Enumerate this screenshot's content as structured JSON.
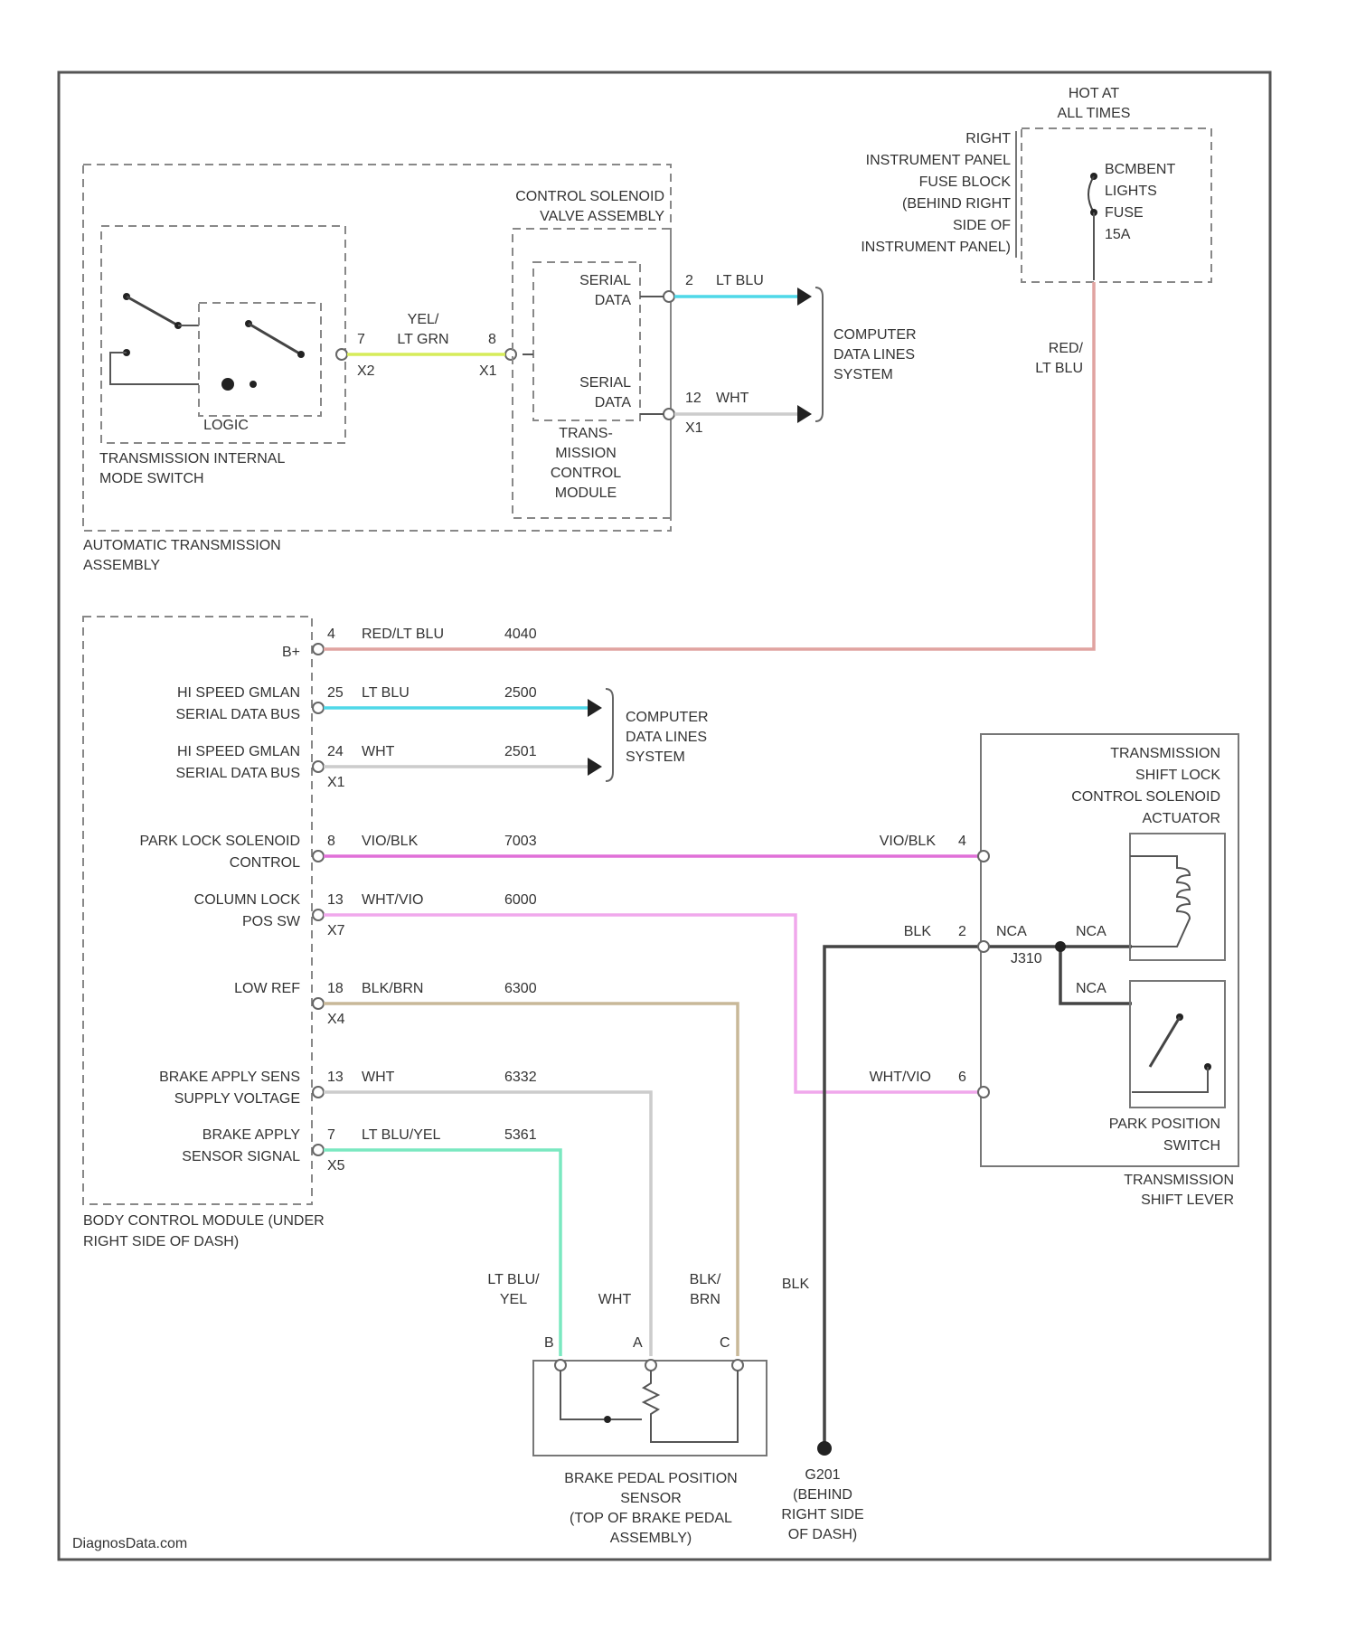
{
  "fuse_panel": {
    "header": [
      "HOT AT",
      "ALL TIMES"
    ],
    "panel_label": [
      "RIGHT",
      "INSTRUMENT PANEL",
      "FUSE BLOCK",
      "(BEHIND RIGHT",
      "SIDE OF",
      "INSTRUMENT PANEL)"
    ],
    "fuse_label": [
      "BCMBENT",
      "LIGHTS",
      "FUSE",
      "15A"
    ],
    "wire_color": [
      "RED/",
      "LT BLU"
    ]
  },
  "transmission": {
    "assembly_label": [
      "AUTOMATIC TRANSMISSION",
      "ASSEMBLY"
    ],
    "mode_switch_label": [
      "TRANSMISSION INTERNAL",
      "MODE SWITCH"
    ],
    "logic_label": "LOGIC",
    "solenoid_label": [
      "CONTROL SOLENOID",
      "VALVE ASSEMBLY"
    ],
    "tcm_label": [
      "TRANS-",
      "MISSION",
      "CONTROL",
      "MODULE"
    ],
    "serial_data_1": [
      "SERIAL",
      "DATA"
    ],
    "serial_data_2": [
      "SERIAL",
      "DATA"
    ],
    "yel_wire": {
      "color": [
        "YEL/",
        "LT GRN"
      ],
      "pin_left": "7",
      "conn_left": "X2",
      "pin_right": "8",
      "conn_right": "X1"
    },
    "ltblu_wire": {
      "pin": "2",
      "color": "LT BLU"
    },
    "wht_wire": {
      "pin": "12",
      "color": "WHT",
      "conn": "X1"
    },
    "data_lines_label": [
      "COMPUTER",
      "DATA LINES",
      "SYSTEM"
    ]
  },
  "bcm": {
    "label": [
      "BODY CONTROL MODULE (UNDER",
      "RIGHT SIDE OF DASH)"
    ],
    "b_plus": "B+",
    "circuits": [
      {
        "name": [
          "",
          ""
        ],
        "pin": "4",
        "color": "RED/LT BLU",
        "circuit": "4040",
        "conn": ""
      },
      {
        "name": [
          "HI SPEED GMLAN",
          "SERIAL DATA BUS"
        ],
        "pin": "25",
        "color": "LT BLU",
        "circuit": "2500",
        "conn": ""
      },
      {
        "name": [
          "HI SPEED GMLAN",
          "SERIAL DATA BUS"
        ],
        "pin": "24",
        "color": "WHT",
        "circuit": "2501",
        "conn": "X1"
      },
      {
        "name": [
          "PARK LOCK SOLENOID",
          "CONTROL"
        ],
        "pin": "8",
        "color": "VIO/BLK",
        "circuit": "7003",
        "conn": ""
      },
      {
        "name": [
          "COLUMN LOCK",
          "POS SW"
        ],
        "pin": "13",
        "color": "WHT/VIO",
        "circuit": "6000",
        "conn": "X7"
      },
      {
        "name": [
          "LOW REF",
          ""
        ],
        "pin": "18",
        "color": "BLK/BRN",
        "circuit": "6300",
        "conn": "X4"
      },
      {
        "name": [
          "BRAKE APPLY SENS",
          "SUPPLY VOLTAGE"
        ],
        "pin": "13",
        "color": "WHT",
        "circuit": "6332",
        "conn": ""
      },
      {
        "name": [
          "BRAKE APPLY",
          "SENSOR SIGNAL"
        ],
        "pin": "7",
        "color": "LT BLU/YEL",
        "circuit": "5361",
        "conn": "X5"
      }
    ],
    "data_lines_label": [
      "COMPUTER",
      "DATA LINES",
      "SYSTEM"
    ]
  },
  "shift_lever": {
    "actuator_label": [
      "TRANSMISSION",
      "SHIFT LOCK",
      "CONTROL SOLENOID",
      "ACTUATOR"
    ],
    "vio_right": {
      "color": "VIO/BLK",
      "pin": "4"
    },
    "blk_left": {
      "color": "BLK",
      "pin": "2"
    },
    "nca_1": "NCA",
    "nca_2": "NCA",
    "nca_3": "NCA",
    "splice": "J310",
    "whtvio_right": {
      "color": "WHT/VIO",
      "pin": "6"
    },
    "park_switch_label": [
      "PARK POSITION",
      "SWITCH"
    ],
    "lever_label": [
      "TRANSMISSION",
      "SHIFT LEVER"
    ]
  },
  "brake_sensor": {
    "wire_colors": {
      "ltblu": [
        "LT BLU/",
        "YEL"
      ],
      "wht": "WHT",
      "blk": [
        "BLK/",
        "BRN"
      ]
    },
    "pins": [
      "B",
      "A",
      "C"
    ],
    "label": [
      "BRAKE PEDAL POSITION",
      "SENSOR",
      "(TOP OF BRAKE PEDAL",
      "ASSEMBLY)"
    ]
  },
  "ground": {
    "wire_color": "BLK",
    "label": [
      "G201",
      "(BEHIND",
      "RIGHT SIDE",
      "OF DASH)"
    ]
  },
  "watermark": "DiagnosData.com",
  "colors": {
    "red_lt_blu": "#e0a3a0",
    "lt_blu": "#4fd8e8",
    "yel_lt_grn": "#d6ec5a",
    "vio_blk": "#e070d8",
    "wht_vio": "#f0a8ec",
    "blk_brn": "#c8b898",
    "lt_blu_yel": "#7ae8c0",
    "blk": "#444444",
    "wht": "#cccccc"
  }
}
